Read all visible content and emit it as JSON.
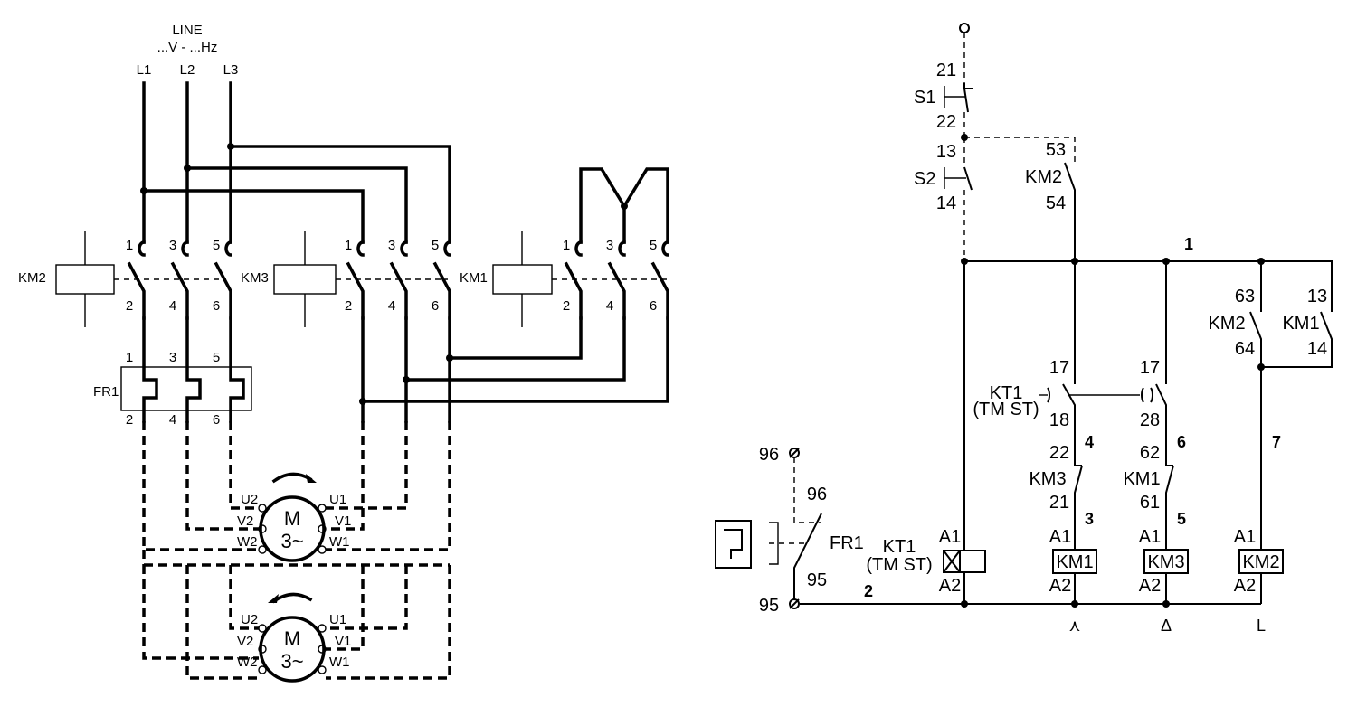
{
  "power": {
    "line_title": "LINE",
    "line_sub": "...V - ...Hz",
    "phases": [
      "L1",
      "L2",
      "L3"
    ],
    "contactors": [
      {
        "name": "KM2",
        "top": [
          "1",
          "3",
          "5"
        ],
        "bottom": [
          "2",
          "4",
          "6"
        ]
      },
      {
        "name": "KM3",
        "top": [
          "1",
          "3",
          "5"
        ],
        "bottom": [
          "2",
          "4",
          "6"
        ]
      },
      {
        "name": "KM1",
        "top": [
          "1",
          "3",
          "5"
        ],
        "bottom": [
          "2",
          "4",
          "6"
        ]
      }
    ],
    "overload": {
      "name": "FR1",
      "top": [
        "1",
        "3",
        "5"
      ],
      "bottom": [
        "2",
        "4",
        "6"
      ]
    },
    "motor": {
      "symbol": "M",
      "phase": "3~",
      "terminals_left": [
        "U2",
        "V2",
        "W2"
      ],
      "terminals_right": [
        "U1",
        "V1",
        "W1"
      ]
    }
  },
  "control": {
    "s1": {
      "name": "S1",
      "top": "21",
      "bottom": "22"
    },
    "s2": {
      "name": "S2",
      "top": "13",
      "bottom": "14"
    },
    "km2_hold": {
      "name": "KM2",
      "top": "53",
      "bottom": "54"
    },
    "node_1": "1",
    "km2_aux": {
      "name": "KM2",
      "top": "63",
      "bottom": "64"
    },
    "km1_aux": {
      "name": "KM1",
      "top": "13",
      "bottom": "14"
    },
    "kt1": {
      "name": "KT1",
      "sub": "(TM ST)",
      "c1_top": "17",
      "c1_bottom": "18",
      "c2_top": "17",
      "c2_bottom": "28"
    },
    "km3_int": {
      "name": "KM3",
      "top": "22",
      "bottom": "21"
    },
    "km1_int": {
      "name": "KM1",
      "top": "62",
      "bottom": "61"
    },
    "node_labels": [
      "2",
      "3",
      "4",
      "5",
      "6",
      "7"
    ],
    "fr1": {
      "name": "FR1",
      "t96": "96",
      "t95": "95",
      "t96_in": "96",
      "t95_in": "95"
    },
    "coil_a1": "A1",
    "coil_a2": "A2",
    "coils": [
      "KM1",
      "KM3",
      "KM2"
    ],
    "kt1_coil": {
      "name": "KT1",
      "sub": "(TM ST)"
    },
    "bottom_marks": [
      "⋏",
      "Δ",
      "L"
    ]
  }
}
